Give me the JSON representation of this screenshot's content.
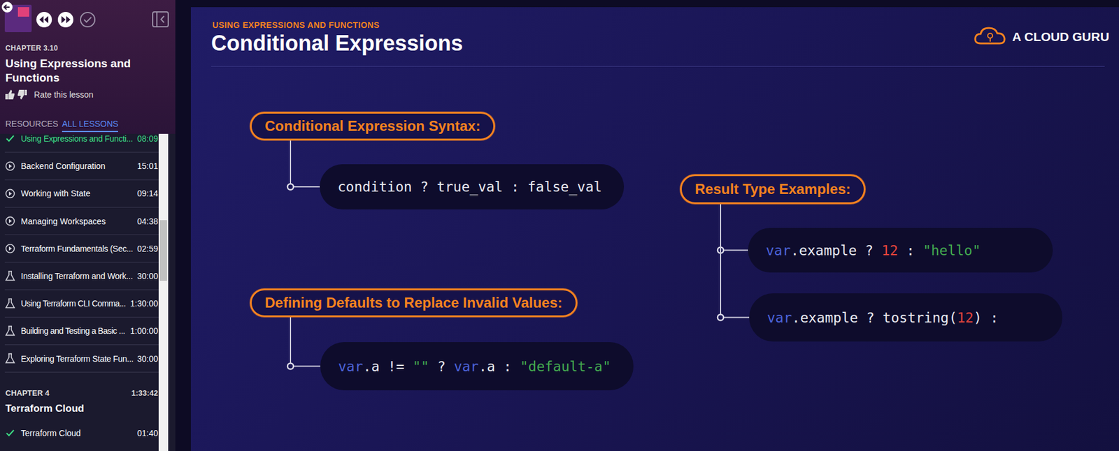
{
  "diagram": {
    "title": "Conditional Expressions",
    "nodes": [
      {
        "text": [
          "Conditional Expression Syntax:"
        ]
      },
      {
        "text": [
          "condition ? true_val : false_val"
        ]
      },
      {
        "text": [
          "Defining Defaults to Replace Invalid Values:"
        ]
      },
      {
        "text": [
          "var.a != \"\" ? var.a : \"default-a\""
        ]
      },
      {
        "text": [
          "Result Type Examples:"
        ]
      },
      {
        "text": [
          "var.example ? 12 : \"hello\""
        ]
      },
      {
        "text": [
          "var.example ? tostring(12) :"
        ]
      }
    ],
    "edges": [
      {
        "from": 0,
        "to": 1,
        "arrow": "none"
      },
      {
        "from": 2,
        "to": 3,
        "arrow": "none"
      },
      {
        "from": 4,
        "to": 5,
        "arrow": "none"
      },
      {
        "from": 4,
        "to": 6,
        "arrow": "none"
      }
    ],
    "labels": [
      "CHAPTER 3.10",
      "Using Expressions and Functions",
      "Rate this lesson",
      "RESOURCES",
      "ALL LESSONS",
      "Using Expressions and Functi...",
      "08:09",
      "Backend Configuration",
      "15:01",
      "Working with State",
      "09:14",
      "Managing Workspaces",
      "04:38",
      "Terraform Fundamentals (Sec...",
      "02:59",
      "Installing Terraform and Work...",
      "30:00",
      "Using Terraform CLI Comma...",
      "1:30:00",
      "Building and Testing a Basic ...",
      "1:00:00",
      "Exploring Terraform State Fun...",
      "30:00",
      "CHAPTER 4",
      "1:33:42",
      "Terraform Cloud",
      "Terraform Cloud",
      "01:40",
      "USING EXPRESSIONS AND FUNCTIONS",
      "A CLOUD GURU"
    ]
  }
}
